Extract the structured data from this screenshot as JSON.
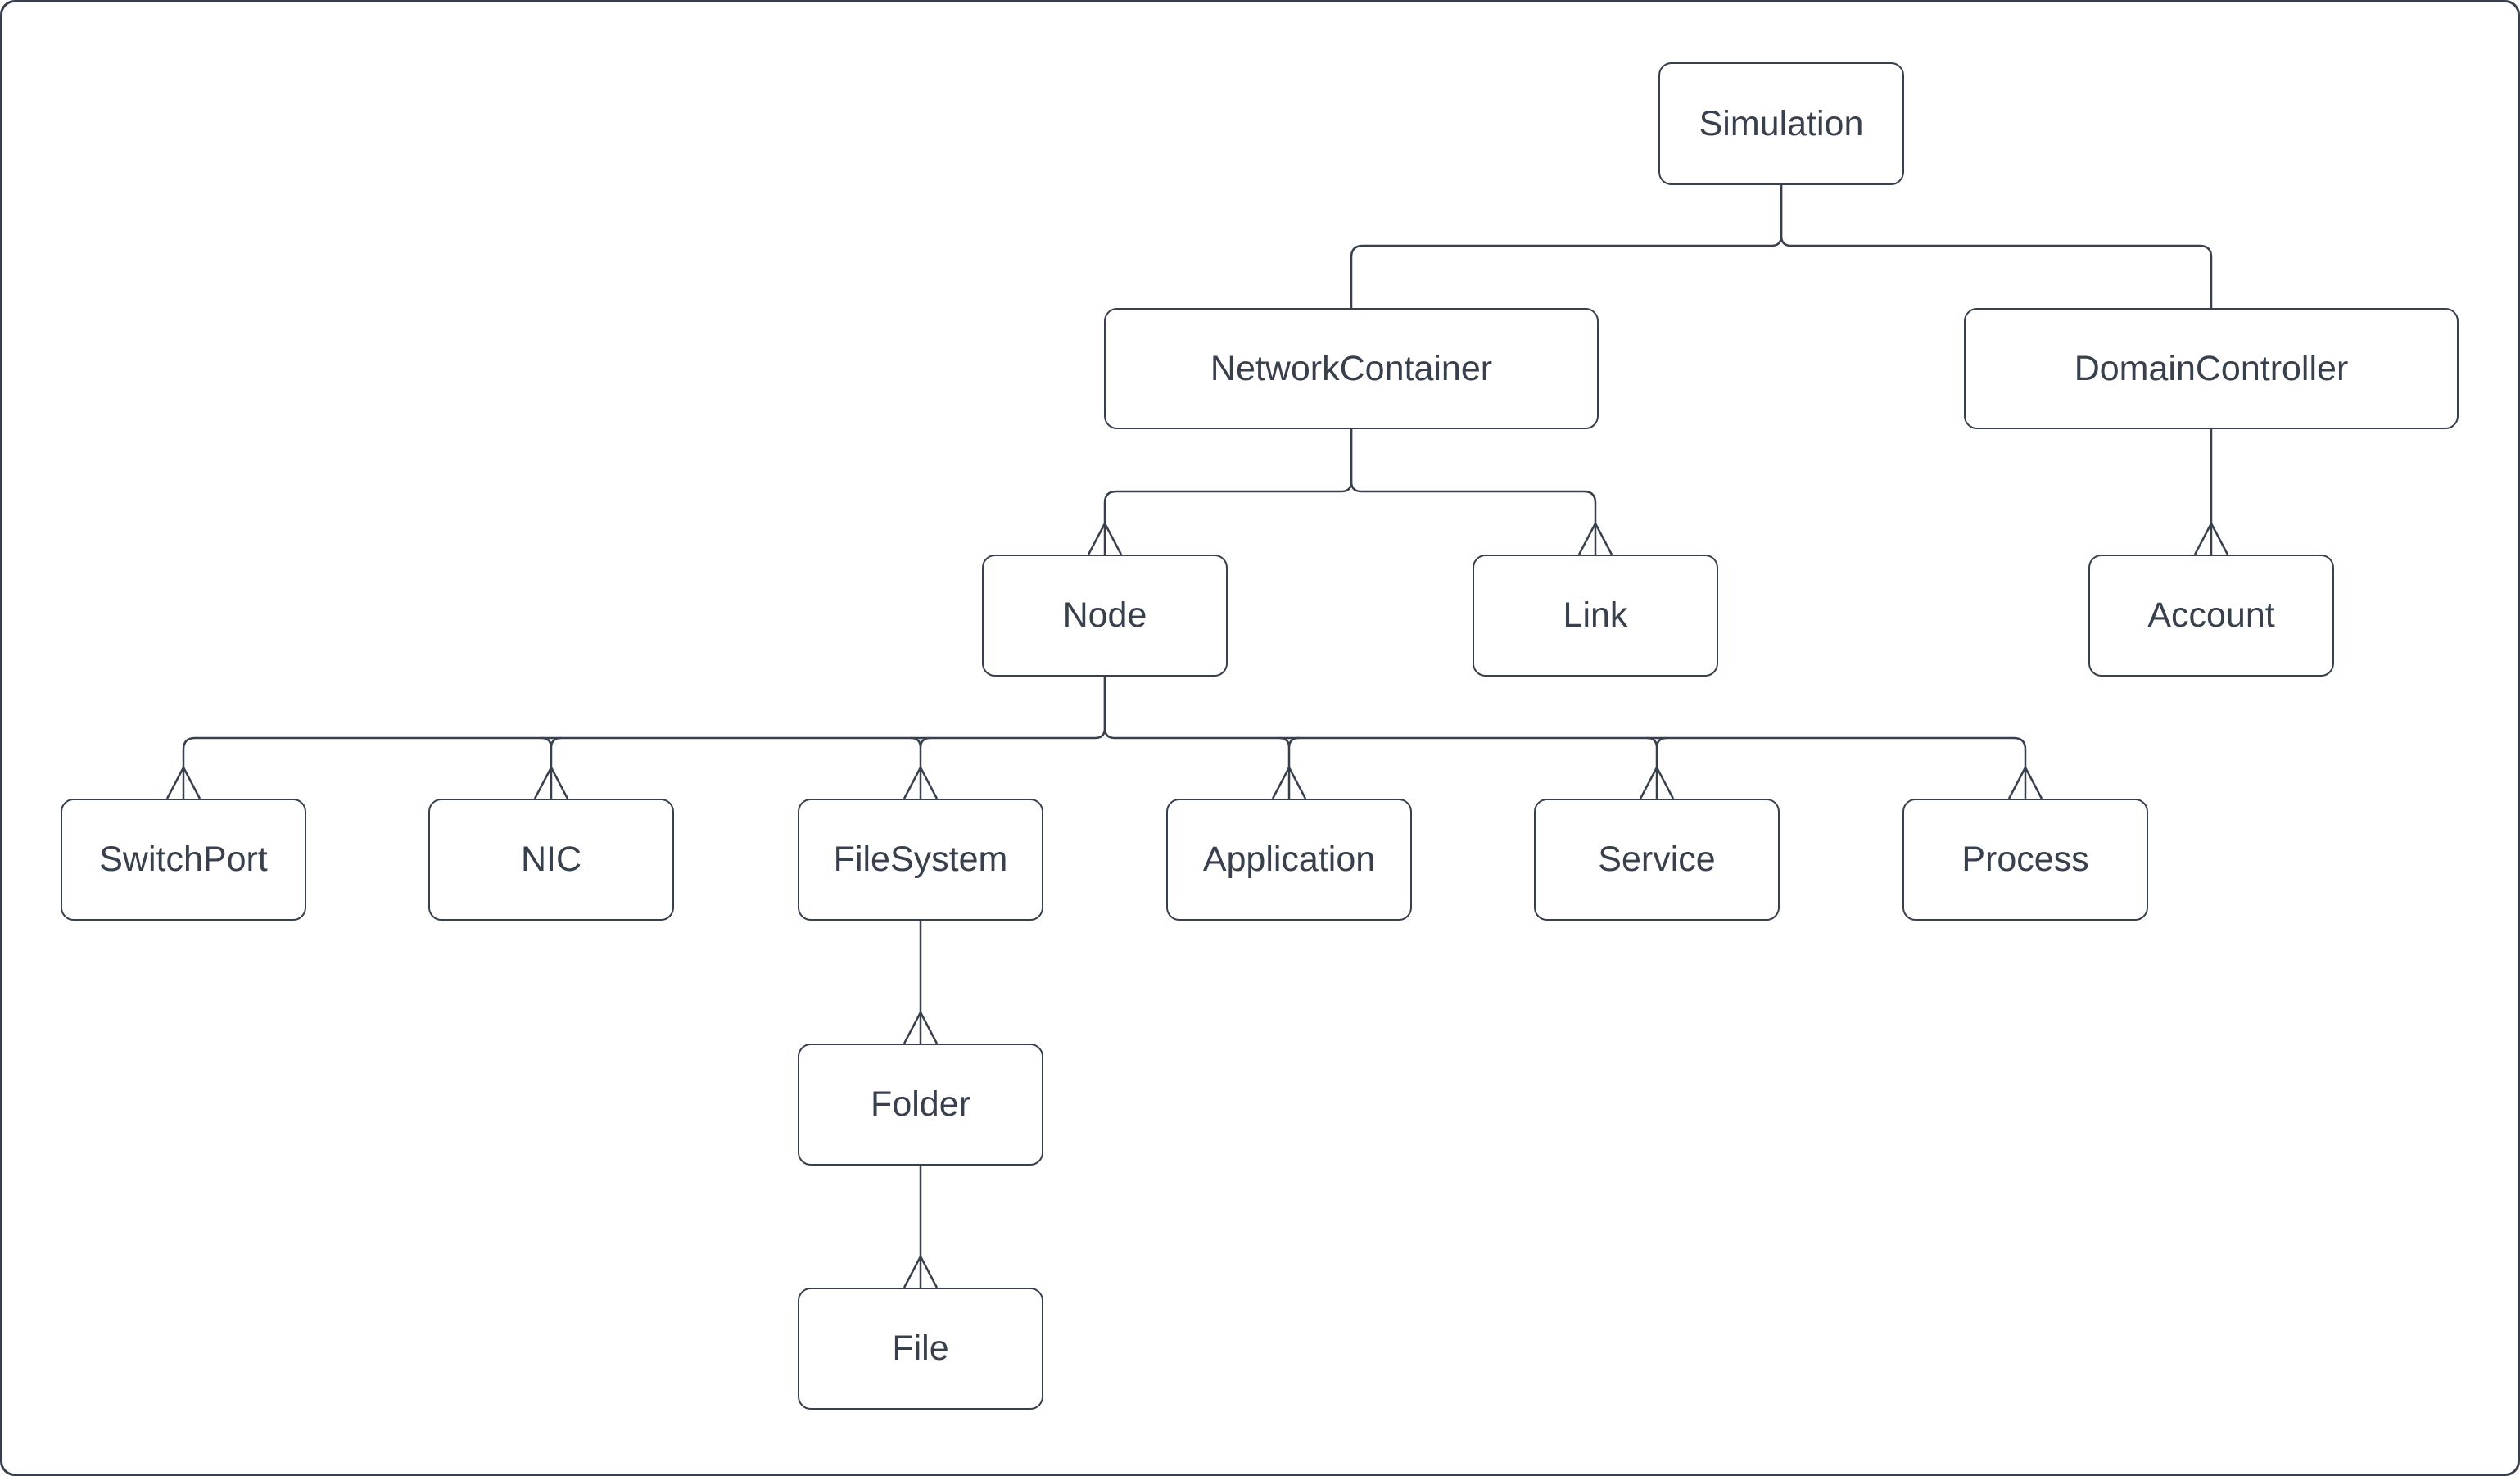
{
  "diagram": {
    "type": "tree",
    "nodes": [
      {
        "id": "simulation",
        "label": "Simulation"
      },
      {
        "id": "network-container",
        "label": "NetworkContainer"
      },
      {
        "id": "domain-controller",
        "label": "DomainController"
      },
      {
        "id": "node",
        "label": "Node"
      },
      {
        "id": "link",
        "label": "Link"
      },
      {
        "id": "account",
        "label": "Account"
      },
      {
        "id": "switchport",
        "label": "SwitchPort"
      },
      {
        "id": "nic",
        "label": "NIC"
      },
      {
        "id": "filesystem",
        "label": "FileSystem"
      },
      {
        "id": "application",
        "label": "Application"
      },
      {
        "id": "service",
        "label": "Service"
      },
      {
        "id": "process",
        "label": "Process"
      },
      {
        "id": "folder",
        "label": "Folder"
      },
      {
        "id": "file",
        "label": "File"
      }
    ],
    "edges": [
      {
        "from": "Simulation",
        "to": "NetworkContainer",
        "arrowhead": false
      },
      {
        "from": "Simulation",
        "to": "DomainController",
        "arrowhead": false
      },
      {
        "from": "NetworkContainer",
        "to": "Node",
        "arrowhead": true
      },
      {
        "from": "NetworkContainer",
        "to": "Link",
        "arrowhead": true
      },
      {
        "from": "DomainController",
        "to": "Account",
        "arrowhead": true
      },
      {
        "from": "Node",
        "to": "SwitchPort",
        "arrowhead": true
      },
      {
        "from": "Node",
        "to": "NIC",
        "arrowhead": true
      },
      {
        "from": "Node",
        "to": "FileSystem",
        "arrowhead": true
      },
      {
        "from": "Node",
        "to": "Application",
        "arrowhead": true
      },
      {
        "from": "Node",
        "to": "Service",
        "arrowhead": true
      },
      {
        "from": "Node",
        "to": "Process",
        "arrowhead": true
      },
      {
        "from": "FileSystem",
        "to": "Folder",
        "arrowhead": true
      },
      {
        "from": "Folder",
        "to": "File",
        "arrowhead": true
      }
    ],
    "arrow_style": "open upward arrowhead at child end",
    "colors": {
      "line": "#38404d",
      "text": "#38404d",
      "box_fill": "#ffffff",
      "background": "#ffffff"
    }
  }
}
